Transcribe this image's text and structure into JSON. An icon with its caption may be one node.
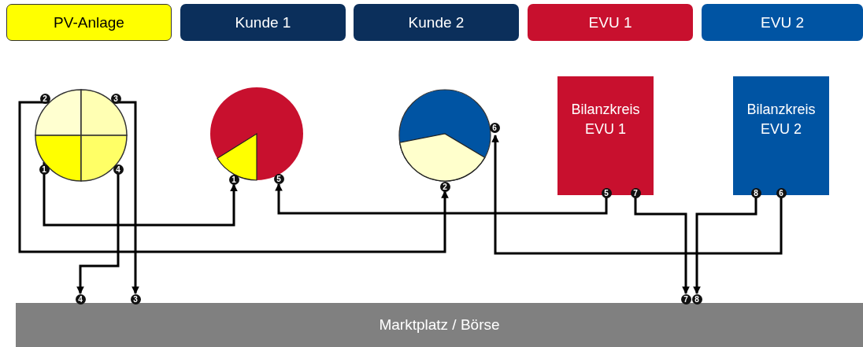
{
  "diagram": {
    "nodes": [
      {
        "text": [
          "PV-Anlage"
        ]
      },
      {
        "text": [
          "Kunde 1"
        ]
      },
      {
        "text": [
          "Kunde 2"
        ]
      },
      {
        "text": [
          "EVU 1"
        ]
      },
      {
        "text": [
          "EVU 2"
        ]
      },
      {
        "text": [],
        "shape": "circle"
      },
      {
        "text": [],
        "shape": "circle"
      },
      {
        "text": [],
        "shape": "circle"
      },
      {
        "text": [
          "Bilanzkreis EVU 1"
        ]
      },
      {
        "text": [
          "Bilanzkreis EVU 2"
        ]
      },
      {
        "text": [
          "Marktplatz / Börse"
        ]
      }
    ],
    "edges": [
      {
        "from": 5,
        "to": 6,
        "arrow": "to"
      },
      {
        "from": 5,
        "to": 7,
        "arrow": "to"
      },
      {
        "from": 5,
        "to": 10,
        "arrow": "to"
      },
      {
        "from": 5,
        "to": 10,
        "arrow": "to"
      },
      {
        "from": 8,
        "to": 6,
        "arrow": "to"
      },
      {
        "from": 9,
        "to": 7,
        "arrow": "to"
      },
      {
        "from": 8,
        "to": 10,
        "arrow": "to"
      },
      {
        "from": 9,
        "to": 10,
        "arrow": "to"
      }
    ],
    "labels": [
      "2",
      "3",
      "6",
      "1",
      "4",
      "1",
      "5",
      "2",
      "5",
      "7",
      "8",
      "6",
      "4",
      "3",
      "7",
      "8"
    ]
  }
}
